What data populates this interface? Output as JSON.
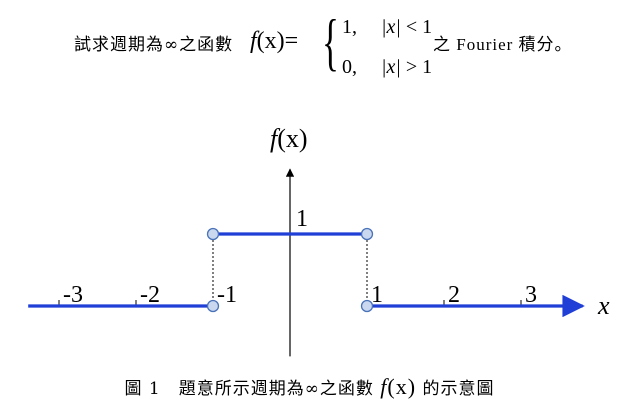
{
  "problem": {
    "prefix": "試求週期為∞之函數",
    "func_name": "f",
    "func_arg": "(x)",
    "equals": "=",
    "cases": [
      {
        "value": "1,",
        "condition_var": "|x|",
        "condition_rel": "< 1"
      },
      {
        "value": "0,",
        "condition_var": "|x|",
        "condition_rel": "> 1"
      }
    ],
    "suffix": "之 Fourier 積分。"
  },
  "chart_data": {
    "type": "line",
    "title": "",
    "xlabel": "x",
    "ylabel": "f(x)",
    "xlim": [
      -3.4,
      4.0
    ],
    "ylim": [
      -0.7,
      1.9
    ],
    "x_tick_labels": [
      "-3",
      "-2",
      "-1",
      "1",
      "2",
      "3"
    ],
    "x_ticks": [
      -3,
      -2,
      -1,
      1,
      2,
      3
    ],
    "y_tick_labels": [
      "1"
    ],
    "y_ticks": [
      1
    ],
    "series": [
      {
        "segments": [
          {
            "x": [
              -3.4,
              -1
            ],
            "y": [
              0,
              0
            ]
          },
          {
            "x": [
              -1,
              1
            ],
            "y": [
              1,
              1
            ]
          },
          {
            "x": [
              1,
              3.8
            ],
            "y": [
              0,
              0
            ]
          }
        ]
      }
    ],
    "endpoints": [
      {
        "x": -1,
        "y": 1
      },
      {
        "x": 1,
        "y": 1
      },
      {
        "x": -1,
        "y": 0
      },
      {
        "x": 1,
        "y": 0
      }
    ],
    "dashed_connectors": [
      {
        "x": -1
      },
      {
        "x": 1
      }
    ],
    "colors": {
      "line": "#1f3fd6",
      "marker_fill": "#c9d8ef",
      "marker_stroke": "#4a72b8",
      "axis": "#000000"
    }
  },
  "caption": {
    "prefix": "圖 1　題意所示週期為∞之函數",
    "func_name": "f",
    "func_arg": "(x)",
    "suffix": "的示意圖"
  }
}
